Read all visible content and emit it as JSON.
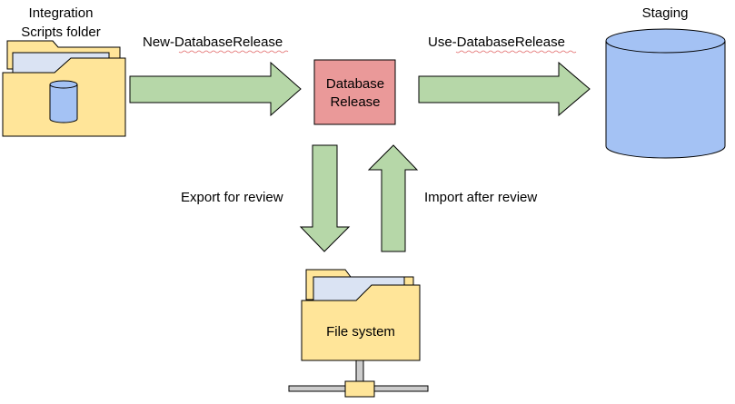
{
  "nodes": {
    "integration_folder": {
      "label_line1": "Integration",
      "label_line2": "Scripts folder"
    },
    "database_release": {
      "label_line1": "Database",
      "label_line2": "Release"
    },
    "staging": {
      "label": "Staging"
    },
    "file_system": {
      "label": "File system"
    }
  },
  "edges": {
    "new_release": {
      "label": "New-DatabaseRelease"
    },
    "use_release": {
      "label": "Use-DatabaseRelease"
    },
    "export": {
      "label": "Export for review"
    },
    "import": {
      "label": "Import after review"
    }
  },
  "colors": {
    "arrow_fill": "#b6d7a8",
    "folder_fill": "#ffe599",
    "document_fill": "#dae3f3",
    "release_fill": "#ea9999",
    "cylinder_fill": "#a4c2f4",
    "outline": "#000000"
  }
}
